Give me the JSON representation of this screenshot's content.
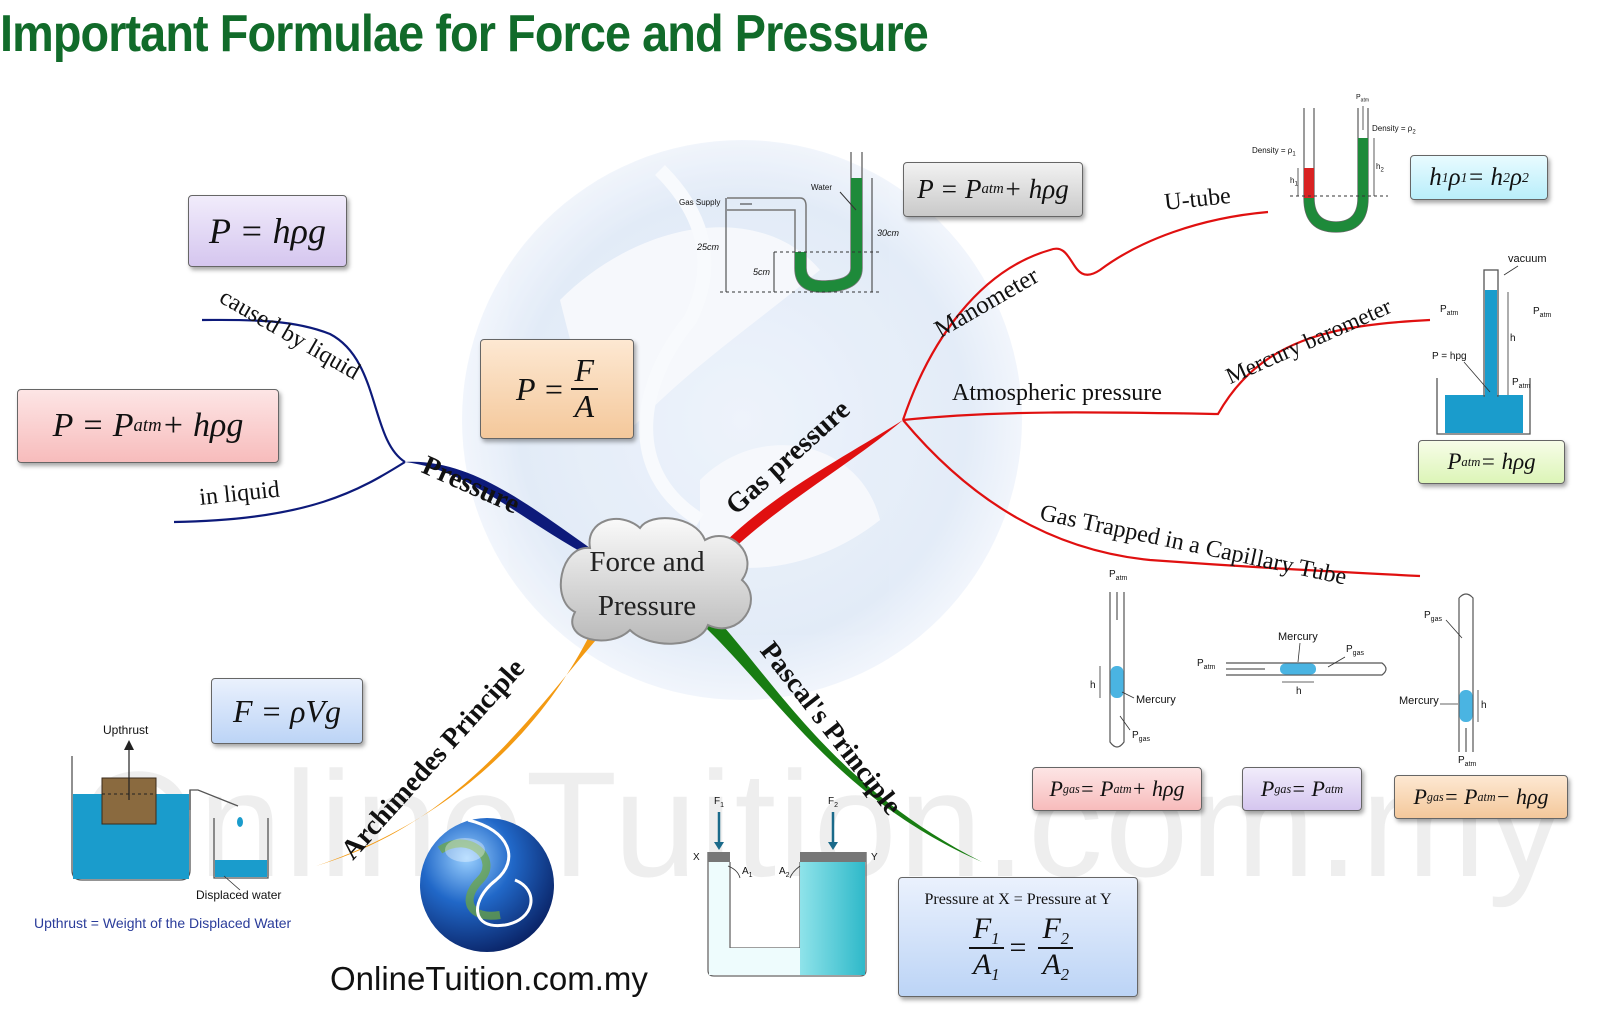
{
  "title": "Important Formulae for Force and Pressure",
  "center": {
    "line1": "Force and",
    "line2": "Pressure"
  },
  "branches": {
    "pressure": "Pressure",
    "gas_pressure": "Gas pressure",
    "archimedes": "Archimedes Principle",
    "pascal": "Pascal's Principle"
  },
  "sub_branches": {
    "caused_by_liquid": "caused by liquid",
    "in_liquid": "in liquid",
    "manometer": "Manometer",
    "u_tube": "U-tube",
    "atmospheric_pressure": "Atmospheric pressure",
    "mercury_barometer": "Mercury barometer",
    "gas_trapped": "Gas Trapped in a Capillary Tube"
  },
  "formulas": {
    "hrg": "P = hρg",
    "patm_hrg_left": {
      "lhs": "P = P",
      "sub": "atm",
      "rhs": " + hρg"
    },
    "f_over_a": {
      "lhs": "P =",
      "num": "F",
      "den": "A"
    },
    "manometer_formula": {
      "lhs": "P = P",
      "sub": "atm",
      "rhs": " + hρg"
    },
    "utube_formula": {
      "a": "h",
      "s1": "1",
      "b": "ρ",
      "s2": "1",
      "eq": " = h",
      "s3": "2",
      "c": "ρ",
      "s4": "2"
    },
    "barometer_formula": {
      "lhs": "P",
      "sub": "atm",
      "rhs": " = hρg"
    },
    "gas1": {
      "p": "P",
      "sub1": "gas",
      "mid": " = P",
      "sub2": "atm",
      "rhs": " + hρg"
    },
    "gas2": {
      "p": "P",
      "sub1": "gas",
      "mid": " = P",
      "sub2": "atm",
      "rhs": ""
    },
    "gas3": {
      "p": "P",
      "sub1": "gas",
      "mid": " = P",
      "sub2": "atm",
      "rhs": " − hρg"
    },
    "archimedes_formula": "F = ρVg",
    "pascal_formula": {
      "top": "Pressure at X = Pressure at Y",
      "n1": "F",
      "s1": "1",
      "d1": "A",
      "s2": "1",
      "n2": "F",
      "s3": "2",
      "d2": "A",
      "s4": "2"
    }
  },
  "diagram_labels": {
    "gas_supply": "Gas Supply",
    "water": "Water",
    "cm25": "25cm",
    "cm5": "5cm",
    "cm30": "30cm",
    "density1": "Density = ρ",
    "density1_sub": "1",
    "density2": "Density = ρ",
    "density2_sub": "2",
    "h1": "h",
    "h1_sub": "1",
    "h2": "h",
    "h2_sub": "2",
    "p_atm_top": "P",
    "p_atm_top_sub": "atm",
    "vacuum": "vacuum",
    "patm_a": "P",
    "patm_a_sub": "atm",
    "patm_b": "P",
    "patm_b_sub": "atm",
    "p_hpg": "P = hpg",
    "h_baro": "h",
    "patm_c": "P",
    "patm_c_sub": "atm",
    "cap1_patm": "P",
    "cap1_patm_sub": "atm",
    "cap1_h": "h",
    "cap1_mercury": "Mercury",
    "cap1_pgas": "P",
    "cap1_pgas_sub": "gas",
    "cap2_mercury": "Mercury",
    "cap2_patm": "P",
    "cap2_patm_sub": "atm",
    "cap2_pgas": "P",
    "cap2_pgas_sub": "gas",
    "cap2_h": "h",
    "cap3_pgas": "P",
    "cap3_pgas_sub": "gas",
    "cap3_mercury": "Mercury",
    "cap3_h": "h",
    "cap3_patm": "P",
    "cap3_patm_sub": "atm",
    "upthrust": "Upthrust",
    "displaced_water": "Displaced water",
    "upthrust_caption": "Upthrust = Weight of the Displaced Water",
    "f1": "F",
    "f1_sub": "1",
    "f2": "F",
    "f2_sub": "2",
    "x": "X",
    "y": "Y",
    "a1": "A",
    "a1_sub": "1",
    "a2": "A",
    "a2_sub": "2"
  },
  "watermark": "OnlineTuition.com.my",
  "site": "OnlineTuition.com.my",
  "colors": {
    "title": "#116b2a",
    "pressure_branch": "#0d1a7a",
    "gas_branch": "#e01010",
    "archimedes_branch": "#f39a12",
    "pascal_branch": "#187d12",
    "liquid_green": "#1e8a3a",
    "liquid_red": "#d82222",
    "water_blue": "#1a9ccc"
  }
}
